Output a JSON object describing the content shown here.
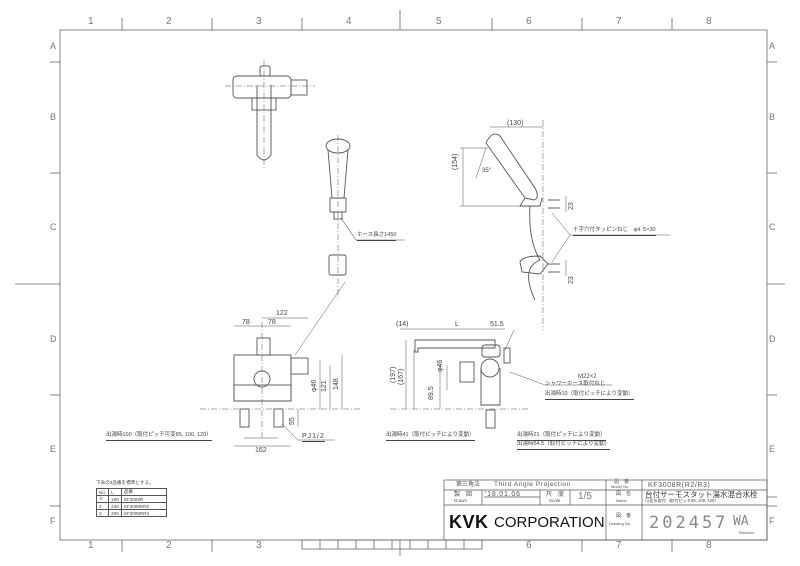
{
  "grid": {
    "columns": [
      "1",
      "2",
      "3",
      "4",
      "5",
      "6",
      "7",
      "8"
    ],
    "rows": [
      "A",
      "B",
      "C",
      "D",
      "E",
      "F"
    ]
  },
  "views": {
    "top_view": {
      "label": "top-view-faucet"
    },
    "shower_front": {
      "hose_note": "ホース長さ1450"
    },
    "shower_side": {
      "dim_width": "(130)",
      "dim_height": "(154)",
      "angle": "35°",
      "dim_upper_bracket": "23",
      "dim_lower_bracket": "23",
      "screw_note": "十字穴付タッピンねじ　φ4. 5×30"
    },
    "front_view": {
      "dim_122": "122",
      "dim_78_left": "78",
      "dim_78_right": "78",
      "dim_phi46": "φ46",
      "dim_121": "121",
      "dim_148": "148",
      "dim_55": "55",
      "dim_162": "162",
      "pipe_note": "PJ1/2",
      "outlet_note": "出湯時100（取付ピッチ可変85, 100, 120）"
    },
    "side_view": {
      "dim_14": "(14)",
      "dim_L": "L",
      "dim_51_5": "51.5",
      "dim_197": "(197)",
      "dim_167": "(167)",
      "dim_phi46": "φ46",
      "dim_89_5": "89.5",
      "thread_note": "M22×2",
      "hose_thread_note": "シャワーホース取付ねじ",
      "note_10": "出湯時10（取付ピッチにより変動）",
      "note_41": "出湯時41（取付ピッチにより変動）",
      "note_21": "出湯時21（取付ピッチにより変動）",
      "note_54_5": "出湯時54.5（取付ピッチにより変動）"
    }
  },
  "parts_table": {
    "caption": "下表の3品番を標準とする。",
    "headers": [
      "No.",
      "L",
      "品番"
    ],
    "rows": [
      [
        "①",
        "180",
        "KF3008R"
      ],
      [
        "2",
        "240",
        "KF3008RR2"
      ],
      [
        "3",
        "300",
        "KF3008RR3"
      ]
    ]
  },
  "title_block": {
    "projection_jp": "第三角法",
    "projection_en": "Third Angle Projection",
    "drawn_jp": "製　図",
    "drawn_en": "Drawn",
    "drawn_date": "'18.01.06",
    "scale_jp": "尺　度",
    "scale_en": "Scale",
    "scale_value": "1/5",
    "model_jp": "品　番",
    "model_en": "Model No.",
    "model_value": "KF3008R(R2/R3)",
    "name_jp": "図　名",
    "name_en": "Name",
    "name_value": "台付サーモスタット湯水混合水栓",
    "name_sub": "可変形取付（取付ピッチ85, 100, 120）",
    "company_bold": "KVK",
    "company_rest": "CORPORATION",
    "drawing_jp": "図　番",
    "drawing_en": "Drawing No.",
    "drawing_number": "202457",
    "revision": "WA",
    "revision_label": "Revision"
  },
  "colors": {
    "line": "#555555",
    "frame": "#666666",
    "text": "#444444"
  }
}
